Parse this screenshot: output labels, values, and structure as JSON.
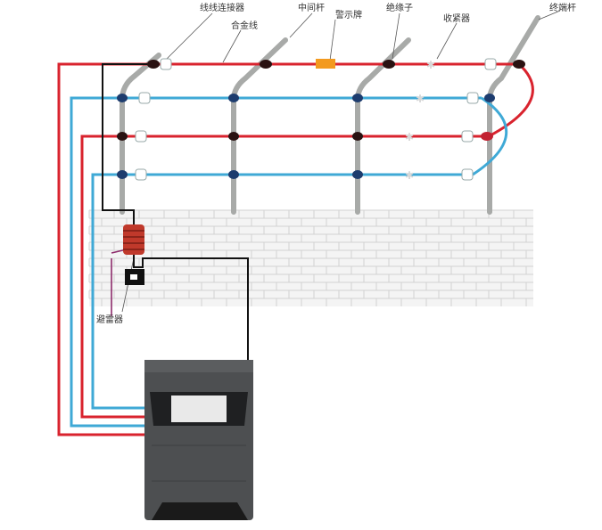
{
  "labels": {
    "wire_connector": "线线连接器",
    "alloy_wire": "合金线",
    "middle_post": "中间杆",
    "warning_sign": "警示牌",
    "insulator": "绝缘子",
    "tensioner": "收紧器",
    "end_post": "终端杆",
    "lightning_arrester": "避雷器"
  },
  "colors": {
    "red_wire": "#d9232e",
    "blue_wire": "#3fa9d6",
    "post": "#a8aaa8",
    "sign": "#f39a1e",
    "insulator_dark": "#2a1212",
    "host_body": "#4d4f51",
    "arrester": "#c0392b"
  }
}
